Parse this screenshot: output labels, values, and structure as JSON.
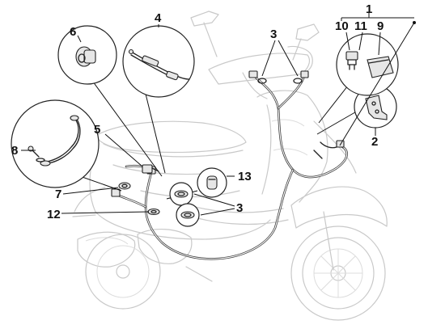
{
  "diagram": {
    "callouts": [
      {
        "id": "c1",
        "text": "1"
      },
      {
        "id": "c2",
        "text": "2"
      },
      {
        "id": "c3a",
        "text": "3"
      },
      {
        "id": "c3b",
        "text": "3"
      },
      {
        "id": "c4",
        "text": "4"
      },
      {
        "id": "c5",
        "text": "5"
      },
      {
        "id": "c6",
        "text": "6"
      },
      {
        "id": "c7",
        "text": "7"
      },
      {
        "id": "c8",
        "text": "8"
      },
      {
        "id": "c9",
        "text": "9"
      },
      {
        "id": "c10",
        "text": "10"
      },
      {
        "id": "c11",
        "text": "11"
      },
      {
        "id": "c12",
        "text": "12"
      },
      {
        "id": "c13",
        "text": "13"
      }
    ],
    "colors": {
      "ink": "#222222",
      "ghost_outline": "#c9c9c9",
      "background": "#ffffff"
    }
  }
}
